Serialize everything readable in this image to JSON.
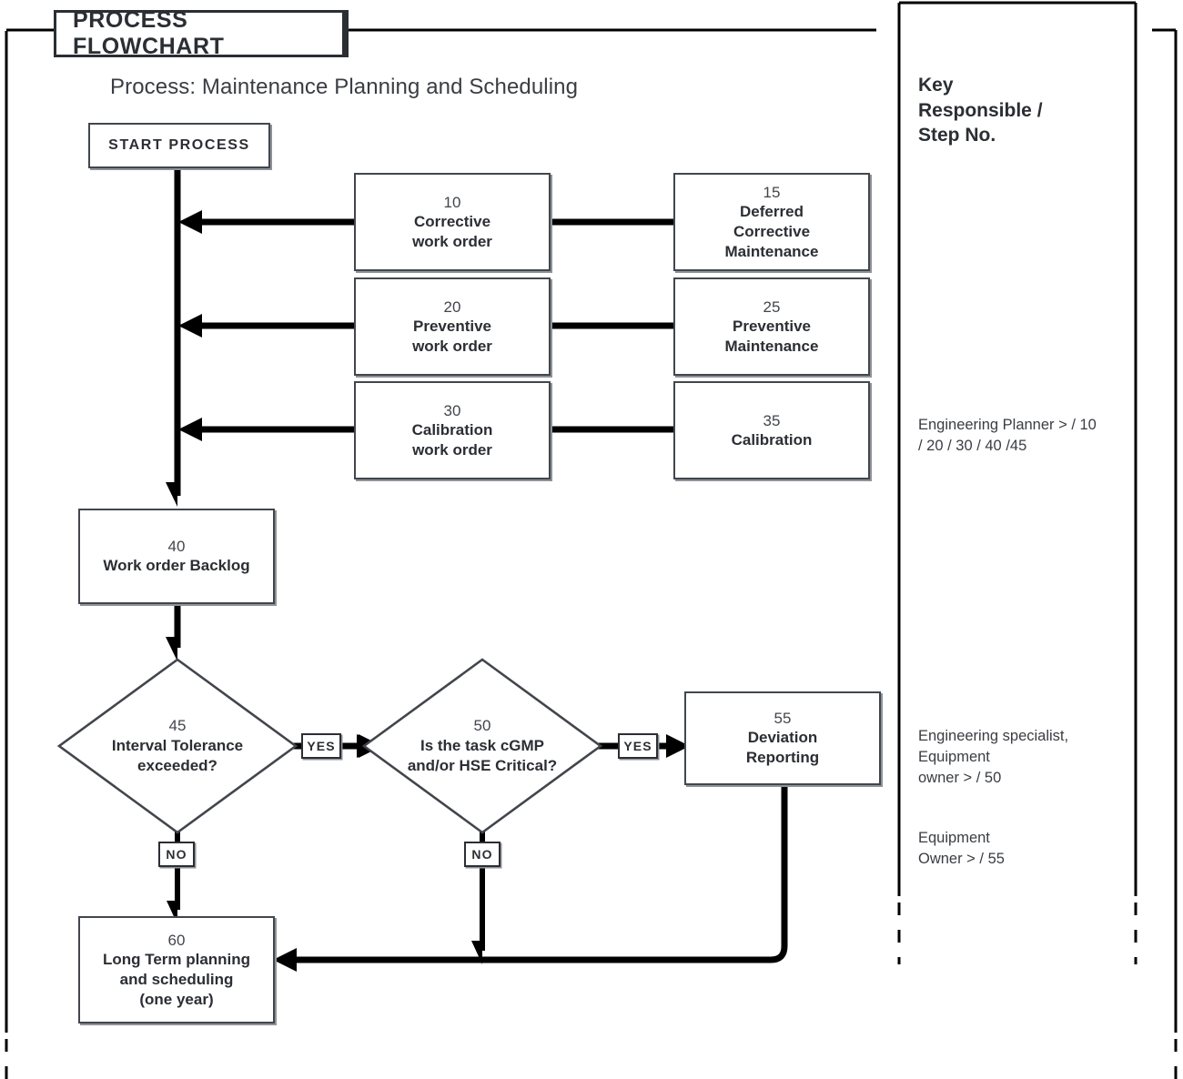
{
  "header": {
    "tab_title": "PROCESS FLOWCHART",
    "subtitle": "Process: Maintenance Planning and Scheduling"
  },
  "key_panel": {
    "title": "Key\nResponsible /\nStep No.",
    "notes": [
      "Engineering Planner > / 10\n/ 20 / 30 / 40 /45",
      "Engineering specialist,\nEquipment\nowner > / 50",
      "Equipment\nOwner > / 55"
    ]
  },
  "flow": {
    "start": {
      "label": "START PROCESS"
    },
    "nodes": [
      {
        "id": "n10",
        "num": "10",
        "lines": [
          "Corrective",
          "work order"
        ]
      },
      {
        "id": "n15",
        "num": "15",
        "lines": [
          "Deferred",
          "Corrective",
          "Maintenance"
        ]
      },
      {
        "id": "n20",
        "num": "20",
        "lines": [
          "Preventive",
          "work order"
        ]
      },
      {
        "id": "n25",
        "num": "25",
        "lines": [
          "Preventive",
          "Maintenance"
        ]
      },
      {
        "id": "n30",
        "num": "30",
        "lines": [
          "Calibration",
          "work order"
        ]
      },
      {
        "id": "n35",
        "num": "35",
        "lines": [
          "Calibration"
        ]
      },
      {
        "id": "n40",
        "num": "40",
        "lines": [
          "Work order Backlog"
        ]
      },
      {
        "id": "n55",
        "num": "55",
        "lines": [
          "Deviation",
          "Reporting"
        ]
      },
      {
        "id": "n60",
        "num": "60",
        "lines": [
          "Long Term planning",
          "and scheduling",
          "(one year)"
        ]
      }
    ],
    "decisions": [
      {
        "id": "d45",
        "num": "45",
        "lines": [
          "Interval Tolerance",
          "exceeded?"
        ]
      },
      {
        "id": "d50",
        "num": "50",
        "lines": [
          "Is the task cGMP",
          "and/or HSE Critical?"
        ]
      }
    ],
    "edge_labels": {
      "yes_1": "YES",
      "yes_2": "YES",
      "no_1": "NO",
      "no_2": "NO"
    }
  },
  "colors": {
    "ink": "#2b2e33",
    "box_border": "#42466c",
    "shadow": "#8e9299",
    "frame": "#000000"
  }
}
